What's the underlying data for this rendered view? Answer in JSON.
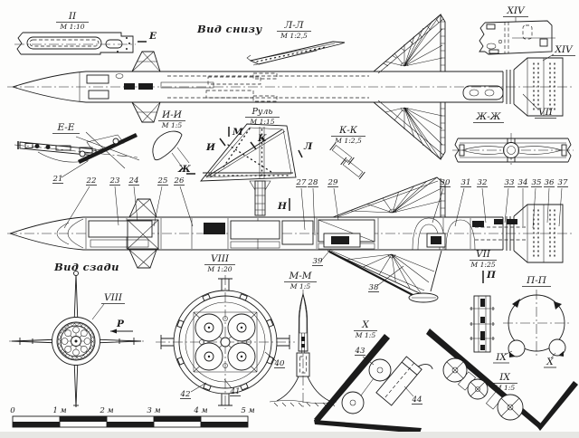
{
  "meta": {
    "ink": "#1b1b1b",
    "background": "#fdfdfc"
  },
  "views": {
    "bottom": "Вид снизу",
    "rear": "Вид сзади"
  },
  "fractions": {
    "part2": {
      "top": "II",
      "scale": "М 1:10"
    },
    "ll": {
      "top": "Л-Л",
      "scale": "М 1:2,5"
    },
    "ii": {
      "top": "И-И",
      "scale": "М 1:5"
    },
    "rudder": {
      "top": "Руль",
      "scale": "М 1:15"
    },
    "kk": {
      "top": "К-К",
      "scale": "М 1:2,5"
    },
    "viii": {
      "top": "VIII",
      "scale": "М 1:20"
    },
    "mm": {
      "top": "М-М",
      "scale": "М 1:5"
    },
    "x": {
      "top": "X",
      "scale": "М 1:5"
    },
    "vii": {
      "top": "VII",
      "scale": "М 1:25"
    },
    "ix": {
      "top": "IX",
      "scale": "М 1:5"
    }
  },
  "sections": {
    "ee": "Е-Е",
    "zhzh": "Ж-Ж",
    "pp": "П-П",
    "xiv_detail": "XIV",
    "xiv_tail": "XIV",
    "vii_tail": "VII",
    "viii_rear": "VIII",
    "ix_pp": "IX",
    "x_pp": "X"
  },
  "markers": {
    "e": "Е",
    "m": "М",
    "i": "И",
    "k": "К",
    "l": "Л",
    "zh": "Ж",
    "n": "Н",
    "p": "П",
    "r": "Р"
  },
  "callouts": {
    "c21": "21",
    "c22": "22",
    "c23": "23",
    "c24": "24",
    "c25": "25",
    "c26": "26",
    "c27": "27",
    "c28": "28",
    "c29": "29",
    "c30": "30",
    "c31": "31",
    "c32": "32",
    "c33": "33",
    "c34": "34",
    "c35": "35",
    "c36": "36",
    "c37": "37",
    "c38": "38",
    "c39": "39",
    "c40": "40",
    "c41": "41",
    "c42": "42",
    "c43": "43",
    "c44": "44"
  },
  "scale_bar": {
    "ticks": [
      "0",
      "1 м",
      "2 м",
      "3 м",
      "4 м",
      "5 м"
    ]
  }
}
